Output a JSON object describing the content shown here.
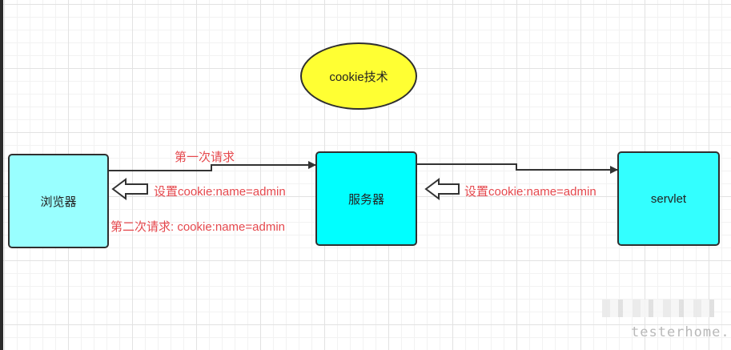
{
  "diagram": {
    "title": "cookie技术",
    "nodes": {
      "browser": "浏览器",
      "server": "服务器",
      "servlet": "servlet"
    },
    "labels": {
      "first_request": "第一次请求",
      "set_cookie_to_browser": "设置cookie:name=admin",
      "second_request": "第二次请求:  cookie:name=admin",
      "set_cookie_to_server": "设置cookie:name=admin"
    },
    "colors": {
      "title_fill": "#ffff33",
      "browser_fill": "#99ffff",
      "server_fill": "#00ffff",
      "servlet_fill": "#33ffff",
      "label_text": "#e5484d"
    }
  },
  "watermark": "testerhome.com"
}
